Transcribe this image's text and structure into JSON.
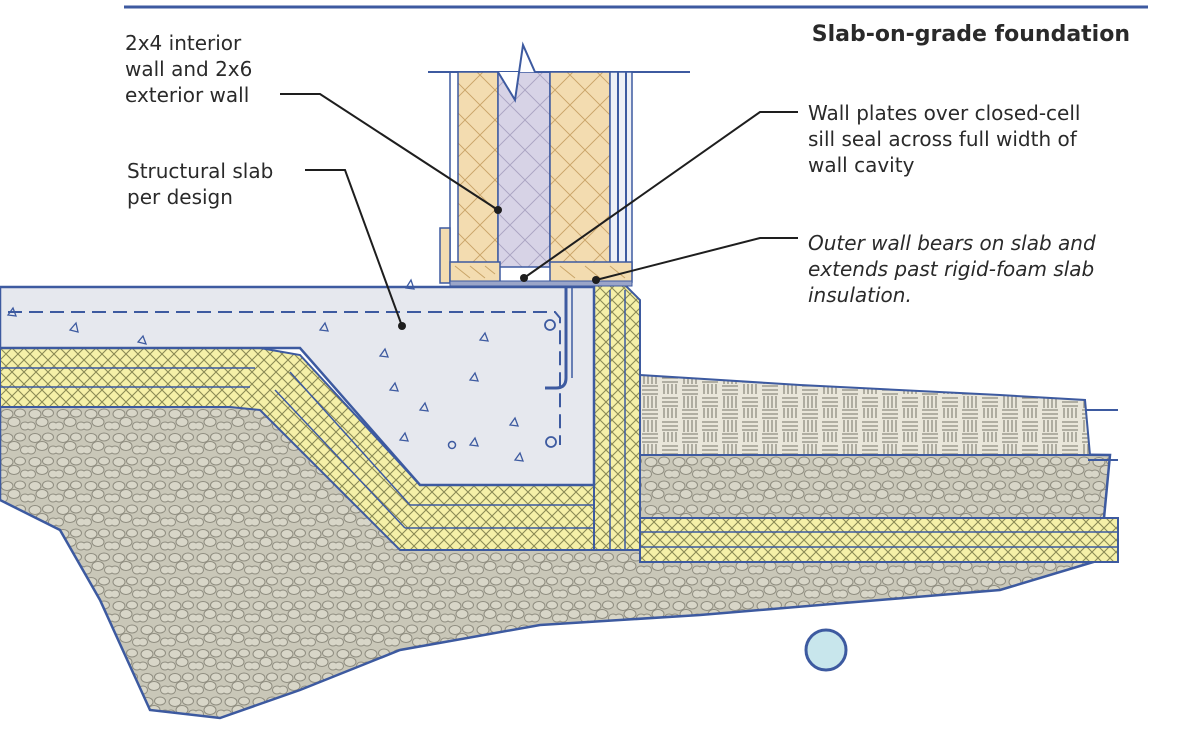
{
  "title": "Slab-on-grade foundation",
  "labels": {
    "walls": "2x4 interior\nwall and 2x6\nexterior wall",
    "slab": "Structural slab\nper design",
    "plates": "Wall plates over closed-cell\nsill seal across full width of\nwall cavity",
    "outer": "Outer wall bears on slab and\nextends past rigid-foam slab\ninsulation."
  },
  "colors": {
    "outline": "#3d5aa0",
    "gravel_bg": "#c9c7b8",
    "gravel_stone": "#d8d6c8",
    "foam": "#f5f0a8",
    "concrete": "#e6e8ee",
    "soil": "#e9e6da",
    "stud": "#f3dcb0",
    "sheathing": "#d7d3e6",
    "pipe": "#c8e6ec"
  }
}
